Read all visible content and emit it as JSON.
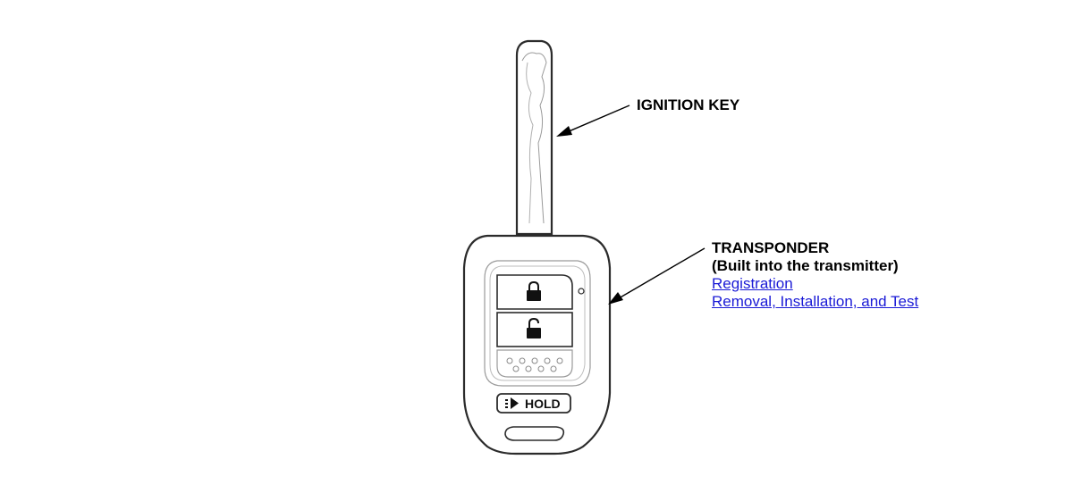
{
  "callouts": {
    "ignition_key": "IGNITION KEY",
    "transponder_title": "TRANSPONDER",
    "transponder_subtitle": "(Built into the transmitter)",
    "links": {
      "registration": "Registration",
      "removal": "Removal, Installation, and Test"
    }
  },
  "key_fob": {
    "buttons": [
      {
        "icon": "lock-closed-icon"
      },
      {
        "icon": "lock-open-icon"
      },
      {
        "icon": "panic-dots-icon"
      }
    ],
    "hold_label": "HOLD"
  },
  "colors": {
    "outline": "#2b2b2b",
    "link": "#1a1ad6"
  }
}
